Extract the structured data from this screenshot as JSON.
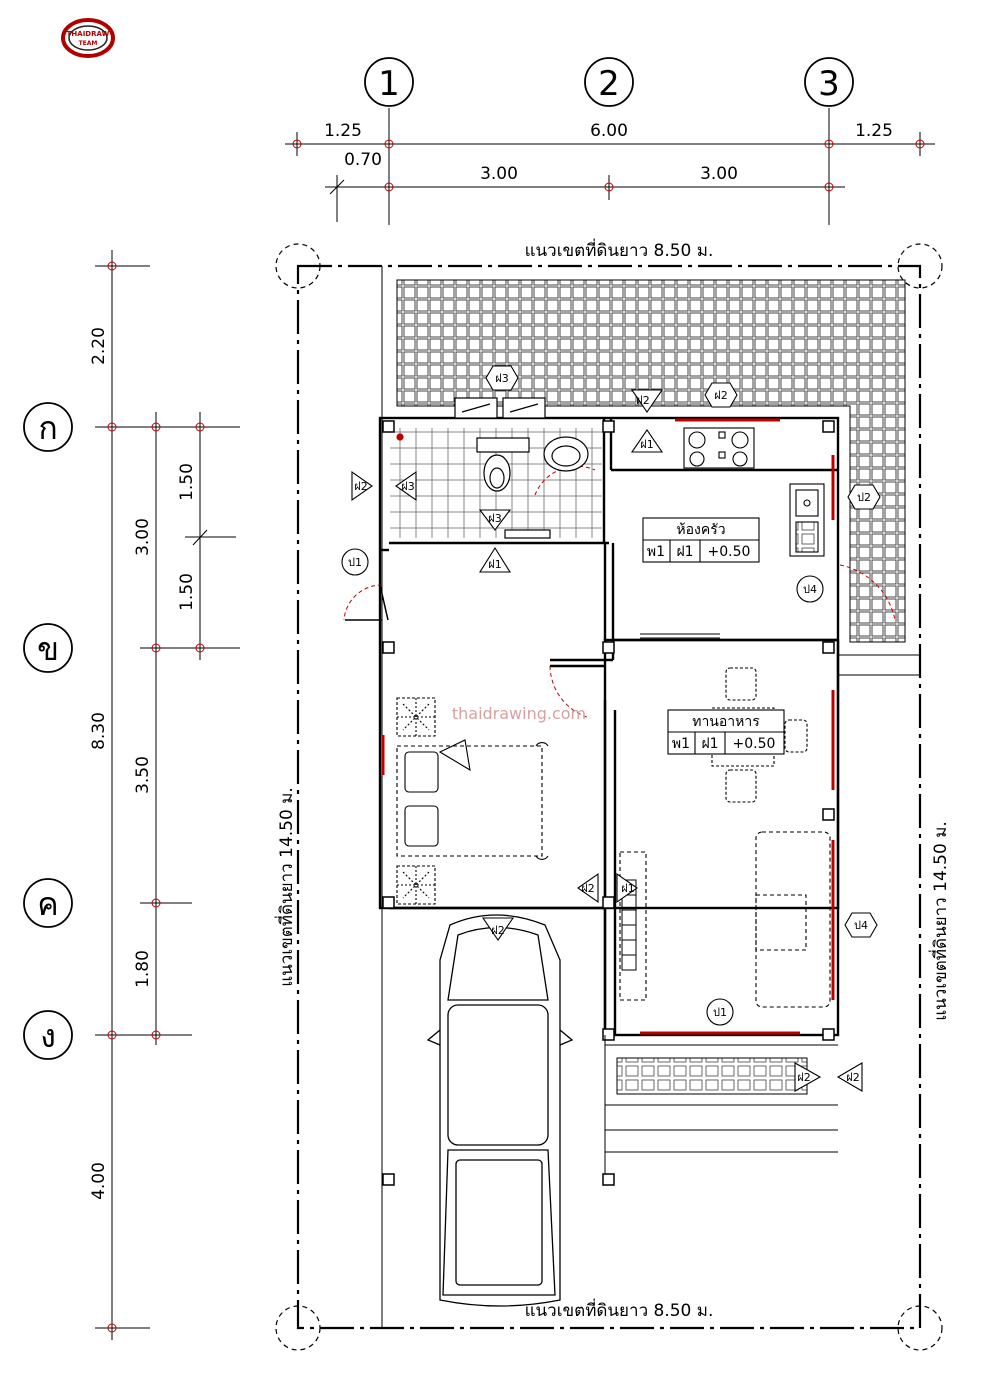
{
  "logo": {
    "line1": "THAIDRAW",
    "line2": "TEAM"
  },
  "watermark": "thaidrawing.com",
  "grid_columns": [
    "1",
    "2",
    "3"
  ],
  "grid_rows": [
    "ก",
    "ข",
    "ค",
    "ง"
  ],
  "dims_top": {
    "overhang_left": "1.25",
    "span_total": "6.00",
    "overhang_right": "1.25",
    "offset": "0.70",
    "span_a": "3.00",
    "span_b": "3.00"
  },
  "dims_left": {
    "top_margin": "2.20",
    "total": "8.30",
    "bottom_margin": "4.00",
    "seg_1": "3.00",
    "seg_2": "3.50",
    "seg_3": "1.80",
    "sub_1": "1.50",
    "sub_2": "1.50"
  },
  "boundary": {
    "top": "แนวเขตที่ดินยาว 8.50 ม.",
    "bottom": "แนวเขตที่ดินยาว 8.50 ม.",
    "left": "แนวเขตที่ดินยาว 14.50 ม.",
    "right": "แนวเขตที่ดินยาว 14.50 ม."
  },
  "rooms": {
    "kitchen": {
      "name": "ห้องครัว",
      "floor": "พ1",
      "ceiling": "ฝ1",
      "level": "+0.50"
    },
    "dining": {
      "name": "ทานอาหาร",
      "floor": "พ1",
      "ceiling": "ฝ1",
      "level": "+0.50"
    }
  },
  "tags": {
    "w3_top": "ฝ3",
    "w1_kitchen_top": "ฝ1",
    "w_kitchen_tri": "ฝ2",
    "w2_hex_top": "ฝ2",
    "w2_left": "ฝ2",
    "w3_left": "ฝ3",
    "w3_bath": "ฝ3",
    "w1_bath": "ฝ1",
    "d1_left": "ป1",
    "d4_kitchen": "ป4",
    "d2_right": "ป2",
    "w2_bed": "ฝ2",
    "w1_stair": "ฝ1",
    "w2_garage": "ฝ2",
    "d4_living": "ป4",
    "d1_living": "ป1",
    "w2_steps": "ฝ2",
    "w2_steps_out": "ฝ2"
  }
}
